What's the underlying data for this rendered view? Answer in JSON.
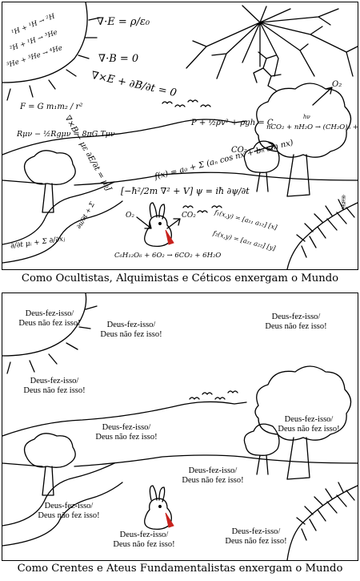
{
  "top_panel": {
    "caption": "Como Ocultistas, Alquimistas e Céticos enxergam o Mundo",
    "equations": {
      "fusion_1": "¹H + ¹H → ²H",
      "fusion_2": "²H + ¹H → ³He",
      "fusion_3": "³He + ³He → ⁴He",
      "maxwell_1": "∇·E = ρ/ε₀",
      "maxwell_2": "∇·B = 0",
      "maxwell_3": "∇×E + ∂B/∂t = 0",
      "maxwell_4": "∇×B − με ∂E/∂t = μ₀J",
      "gravity": "F = G m₁m₂ / r²",
      "einstein": "Rμν − ½Rgμν = 8πG Tμν",
      "fourier": "f(x) = a₀ + Σ (aₙ cos nx + bₙ sin nx)",
      "bernoulli": "P + ½ρv² + ρgh = C",
      "photosynthesis": "nCO₂ + nH₂O → (CH₂O)ₙ + nO₂",
      "hv": "hν",
      "o2_up": "O₂",
      "co2_in": "CO₂",
      "schrodinger": "[−ħ²/2m ∇² + V] ψ = iħ ∂ψ/∂t",
      "o2_rabbit": "O₂",
      "co2_rabbit": "CO₂",
      "matrix_1": "f₁(x,y) = [a₁₁ a₁₂] [x]",
      "matrix_2": "f₂(x,y) = [a₂₁ a₂₂] [y]",
      "chem_potential": "∂/∂t μᵢ + Σ ∂/∂xⱼ",
      "respiration": "C₆H₁₂O₆ + 6O₂ → 6CO₂ + 6H₂O",
      "river_eq": "∂u/∂t + Σ",
      "signature": "余先生"
    }
  },
  "bottom_panel": {
    "caption": "Como Crentes e Ateus Fundamentalistas enxergam o Mundo",
    "labels": [
      {
        "line1": "Deus-fez-isso/",
        "line2": "Deus não fez isso!"
      },
      {
        "line1": "Deus-fez-isso/",
        "line2": "Deus não fez isso!"
      },
      {
        "line1": "Deus-fez-isso/",
        "line2": "Deus não fez isso!"
      },
      {
        "line1": "Deus-fez-isso/",
        "line2": "Deus não fez isso!"
      },
      {
        "line1": "Deus-fez-isso/",
        "line2": "Deus não fez isso!"
      },
      {
        "line1": "Deus-fez-isso/",
        "line2": "Deus não fez isso!"
      },
      {
        "line1": "Deus-fez-isso/",
        "line2": "Deus não fez isso!"
      },
      {
        "line1": "Deus-fez-isso/",
        "line2": "Deus não fez isso!"
      },
      {
        "line1": "Deus-fez-isso/",
        "line2": "Deus não fez isso!"
      },
      {
        "line1": "Deus-fez-isso/",
        "line2": "Deus não fez isso!"
      }
    ]
  },
  "colors": {
    "ink": "#000000",
    "carrot": "#c8231e",
    "paper": "#ffffff"
  }
}
